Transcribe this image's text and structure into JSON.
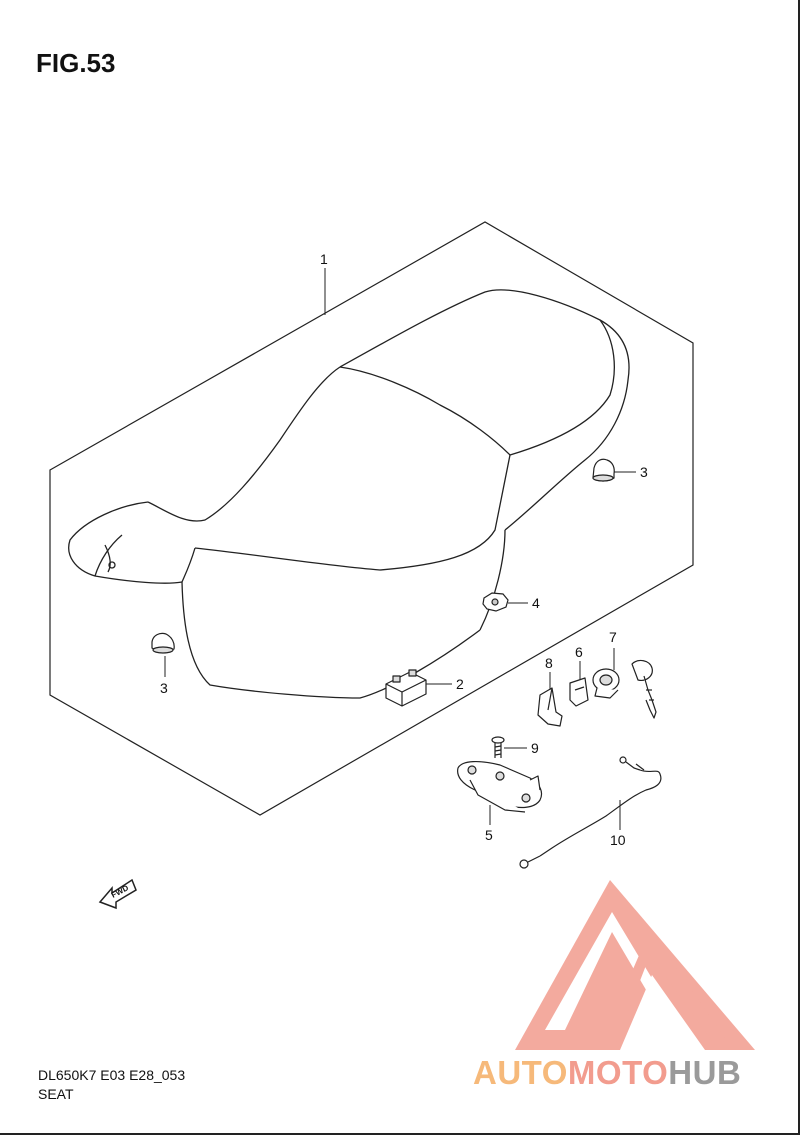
{
  "figure": {
    "title": "FIG.53",
    "model_code": "DL650K7 E03 E28_053",
    "section_name": "SEAT"
  },
  "callouts": {
    "c1": "1",
    "c2": "2",
    "c3a": "3",
    "c3b": "3",
    "c4": "4",
    "c5": "5",
    "c6": "6",
    "c7": "7",
    "c8": "8",
    "c9": "9",
    "c10": "10"
  },
  "fwd_label": "FWD",
  "watermark": {
    "part1": "AUTO",
    "part2": "MOTO",
    "part3": "HUB",
    "colors": {
      "orange": "#f6b97a",
      "salmon": "#f29c8e",
      "gray": "#9a9a9a"
    }
  }
}
